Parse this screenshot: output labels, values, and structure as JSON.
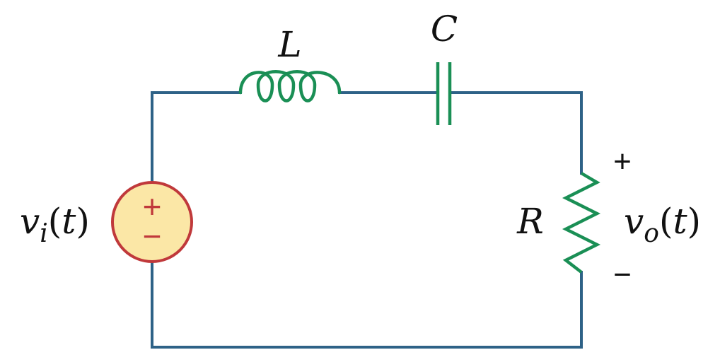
{
  "components": {
    "inductor": {
      "label": "L"
    },
    "capacitor": {
      "label": "C"
    },
    "resistor": {
      "label": "R"
    },
    "source": {
      "symbol_plus": "+",
      "symbol_minus": "−",
      "label": {
        "var": "v",
        "sub": "i",
        "arg": "(",
        "t": "t",
        "close": ")"
      }
    }
  },
  "output": {
    "plus": "+",
    "minus": "−",
    "label": {
      "var": "v",
      "sub": "o",
      "arg": "(",
      "t": "t",
      "close": ")"
    }
  },
  "colors": {
    "wire": "#2e6287",
    "component": "#1a8f55",
    "source_fill": "#fbe7a6",
    "source_stroke": "#c0393b"
  }
}
